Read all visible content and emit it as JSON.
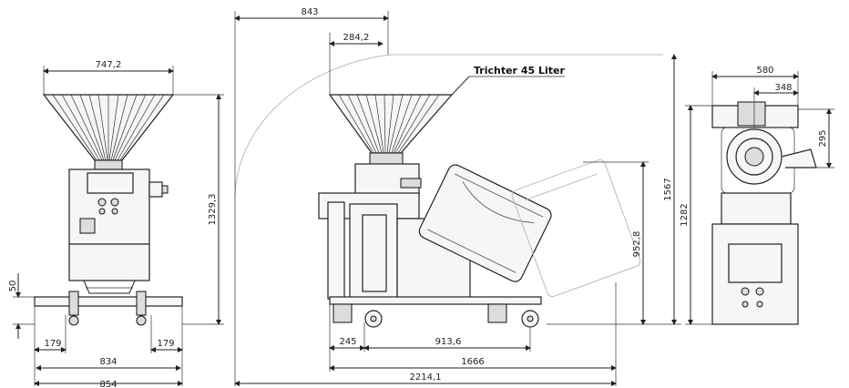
{
  "colors": {
    "line": "#222222",
    "ghost": "#bbbbbb",
    "background": "#ffffff"
  },
  "annotation": {
    "hopper": "Trichter 45 Liter"
  },
  "dimensions": {
    "left_view": {
      "top_width": "747,2",
      "height": "1329,3",
      "frame_height": "50",
      "offset_left": "179",
      "offset_right": "179",
      "inner_width": "834",
      "outer_width": "854"
    },
    "middle_view": {
      "top_offset": "843",
      "hopper_offset": "284,2",
      "tilt_height": "952,8",
      "total_height": "1567",
      "left_offset": "245",
      "wheelbase": "913,6",
      "length": "1666",
      "total_length": "2214,1"
    },
    "right_view": {
      "top_width": "580",
      "inner_width": "348",
      "side_offset": "295",
      "height": "1282"
    }
  }
}
